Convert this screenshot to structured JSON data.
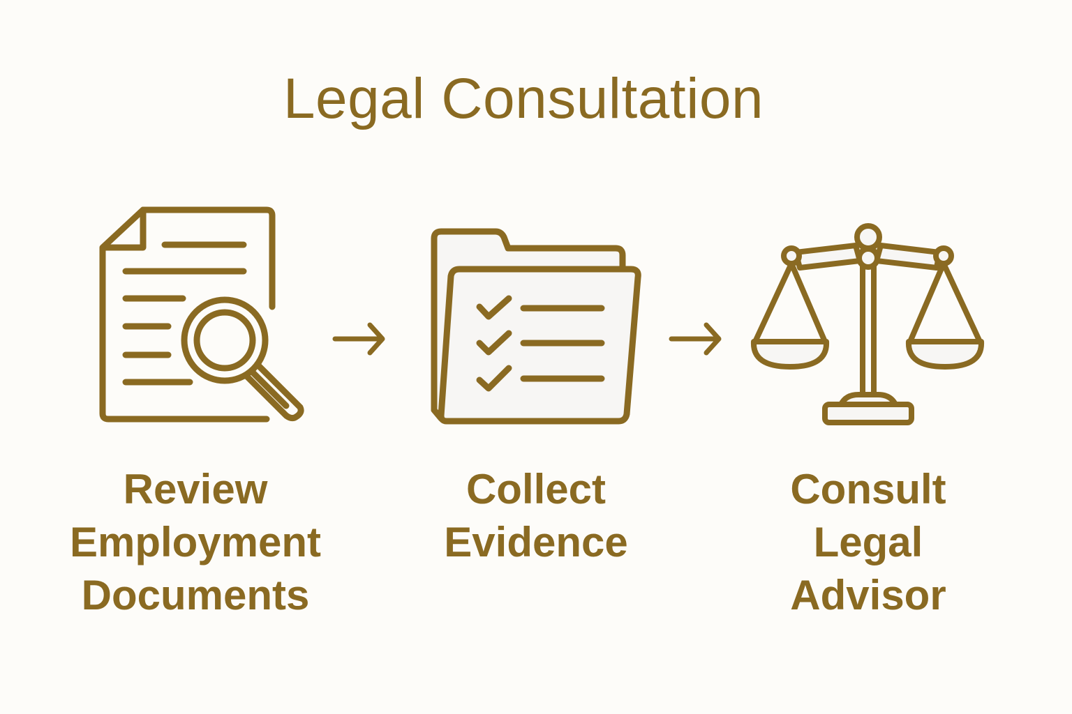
{
  "title": "Legal Consultation",
  "colors": {
    "stroke": "#8a6a22",
    "background": "#fdfcf9",
    "icon_fill": "#f7f6f4"
  },
  "steps": [
    {
      "icon": "document-search-icon",
      "label": "Review\nEmployment\nDocuments"
    },
    {
      "icon": "folder-checklist-icon",
      "label": "Collect\nEvidence"
    },
    {
      "icon": "scales-of-justice-icon",
      "label": "Consult\nLegal\nAdvisor"
    }
  ],
  "connectors": [
    {
      "icon": "arrow-right-icon"
    },
    {
      "icon": "arrow-right-icon"
    }
  ]
}
